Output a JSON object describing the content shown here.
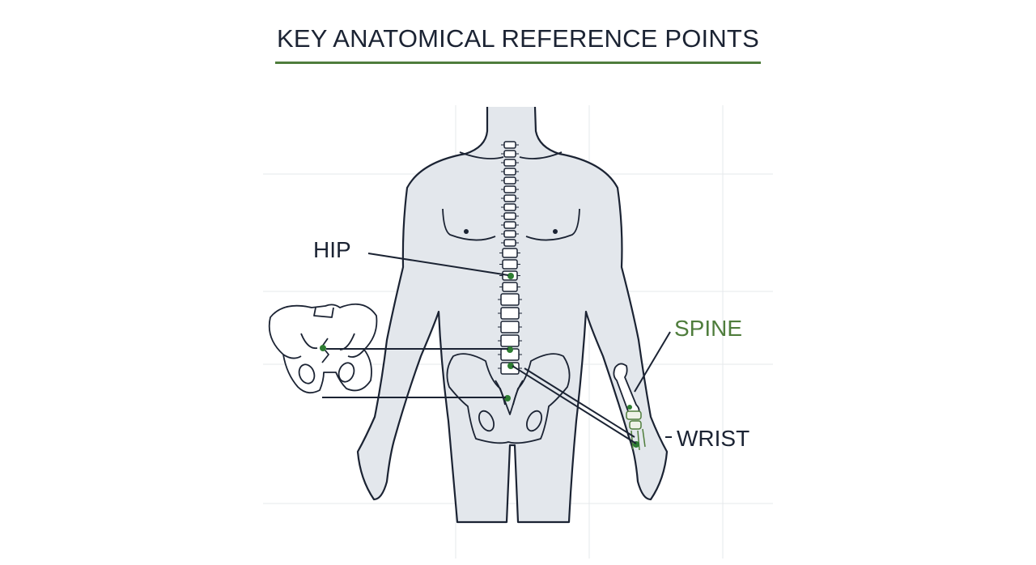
{
  "title": "KEY ANATOMICAL REFERENCE POINTS",
  "labels": {
    "hip": "HIP",
    "spine": "SPINE",
    "wrist": "WRIST"
  },
  "colors": {
    "title_rule": "#4f7d3c",
    "outline": "#1b2333",
    "body_fill": "#e3e7ec",
    "accent_green": "#2e7d32",
    "spine_label": "#4f7d3c",
    "grid": "#e6e8eb"
  }
}
